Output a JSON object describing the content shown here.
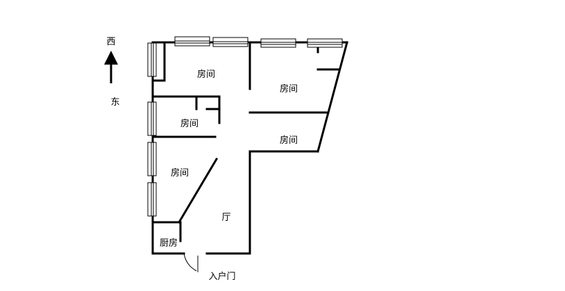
{
  "compass": {
    "north_label": "西",
    "south_label": "东"
  },
  "rooms": {
    "room_top_left": "房间",
    "room_top_right": "房间",
    "room_middle_left": "房间",
    "room_middle_right": "房间",
    "room_lower_left": "房间",
    "living_room": "厅",
    "kitchen": "厨房"
  },
  "entrance": {
    "label": "入户门"
  },
  "colors": {
    "wall": "#000000",
    "background": "#ffffff"
  }
}
